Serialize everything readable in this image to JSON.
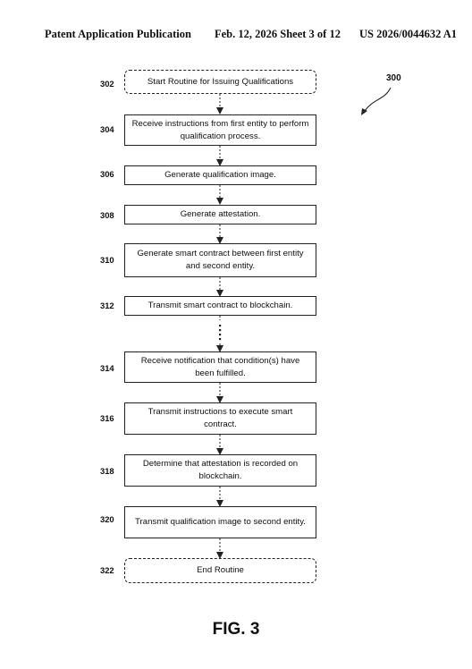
{
  "header": {
    "left": "Patent Application Publication",
    "middle": "Feb. 12, 2026  Sheet 3 of 12",
    "right": "US 2026/0044632 A1"
  },
  "diagram_ref": "300",
  "steps": [
    {
      "num": "302",
      "text": "Start Routine for Issuing Qualifications"
    },
    {
      "num": "304",
      "text": "Receive instructions from first entity to perform qualification process."
    },
    {
      "num": "306",
      "text": "Generate qualification image."
    },
    {
      "num": "308",
      "text": "Generate attestation."
    },
    {
      "num": "310",
      "text": "Generate smart contract between first entity and second entity."
    },
    {
      "num": "312",
      "text": "Transmit smart contract to blockchain."
    },
    {
      "num": "314",
      "text": "Receive notification that condition(s) have been fulfilled."
    },
    {
      "num": "316",
      "text": "Transmit instructions to execute smart contract."
    },
    {
      "num": "318",
      "text": "Determine that attestation is recorded on blockchain."
    },
    {
      "num": "320",
      "text": "Transmit qualification image to second entity."
    },
    {
      "num": "322",
      "text": "End Routine"
    }
  ],
  "figure_label": "FIG. 3"
}
